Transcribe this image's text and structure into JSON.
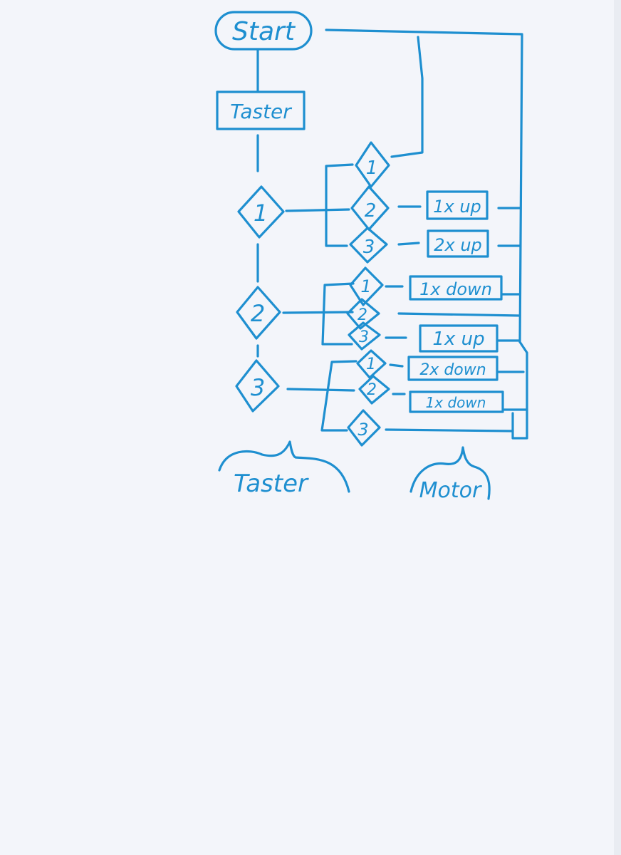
{
  "start": {
    "label": "Start"
  },
  "taster_box": {
    "label": "Taster"
  },
  "taster_choices": [
    "1",
    "2",
    "3"
  ],
  "motor_choices": {
    "group_1": [
      "1",
      "2",
      "3"
    ],
    "group_2": [
      "1",
      "2",
      "3"
    ],
    "group_3": [
      "1",
      "2",
      "3"
    ]
  },
  "actions": {
    "g1_2": "1x up",
    "g1_3": "2x up",
    "g2_1": "1x down",
    "g2_3": "1x up",
    "g3_1": "2x down",
    "g3_2": "1x down"
  },
  "brace_labels": {
    "left": "Taster",
    "right": "Motor"
  },
  "colors": {
    "ink": "#1e8fd0",
    "paper": "#f3f5fa"
  }
}
